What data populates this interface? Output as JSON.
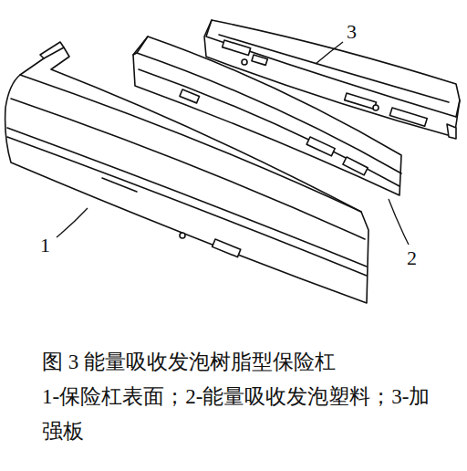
{
  "diagram": {
    "caption": "图 3 能量吸收发泡树脂型保险杠",
    "labels": [
      "1",
      "2",
      "3",
      "1-保险杠表面；2-能量吸收发泡塑料；3-加强板"
    ]
  }
}
